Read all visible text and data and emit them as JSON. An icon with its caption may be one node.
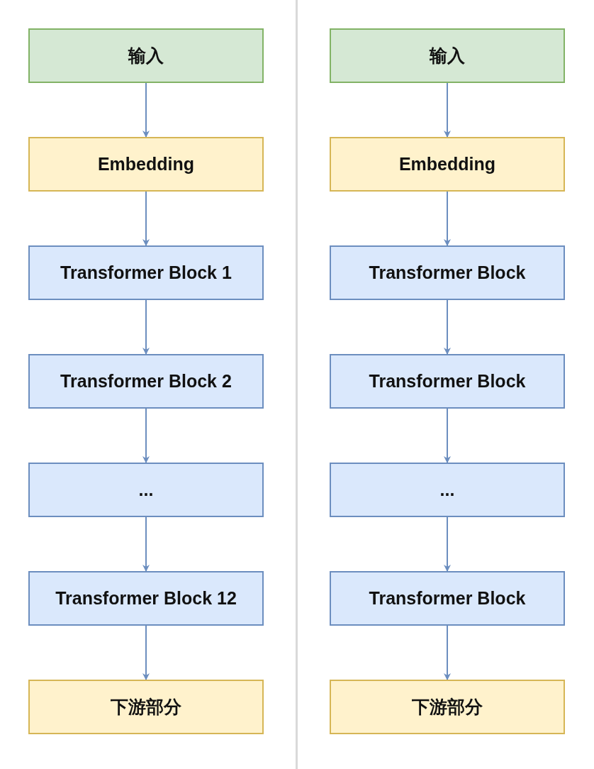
{
  "diagram": {
    "nodes": [
      {
        "text": [
          "输入"
        ]
      },
      {
        "text": [
          "Embedding"
        ]
      },
      {
        "text": [
          "Transformer Block 1"
        ]
      },
      {
        "text": [
          "Transformer Block 2"
        ]
      },
      {
        "text": [
          "..."
        ]
      },
      {
        "text": [
          "Transformer Block 12"
        ]
      },
      {
        "text": [
          "下游部分"
        ]
      },
      {
        "text": [
          "输入"
        ]
      },
      {
        "text": [
          "Embedding"
        ]
      },
      {
        "text": [
          "Transformer Block"
        ]
      },
      {
        "text": [
          "Transformer Block"
        ]
      },
      {
        "text": [
          "..."
        ]
      },
      {
        "text": [
          "Transformer Block"
        ]
      },
      {
        "text": [
          "下游部分"
        ]
      }
    ],
    "edges": [
      {
        "from": 0,
        "to": 1,
        "arrow": "to"
      },
      {
        "from": 1,
        "to": 2,
        "arrow": "to"
      },
      {
        "from": 2,
        "to": 3,
        "arrow": "to"
      },
      {
        "from": 3,
        "to": 4,
        "arrow": "to"
      },
      {
        "from": 4,
        "to": 5,
        "arrow": "to"
      },
      {
        "from": 5,
        "to": 6,
        "arrow": "to"
      },
      {
        "from": 7,
        "to": 8,
        "arrow": "to"
      },
      {
        "from": 8,
        "to": 9,
        "arrow": "to"
      },
      {
        "from": 9,
        "to": 10,
        "arrow": "to"
      },
      {
        "from": 10,
        "to": 11,
        "arrow": "to"
      },
      {
        "from": 11,
        "to": 12,
        "arrow": "to"
      },
      {
        "from": 12,
        "to": 13,
        "arrow": "to"
      }
    ]
  }
}
